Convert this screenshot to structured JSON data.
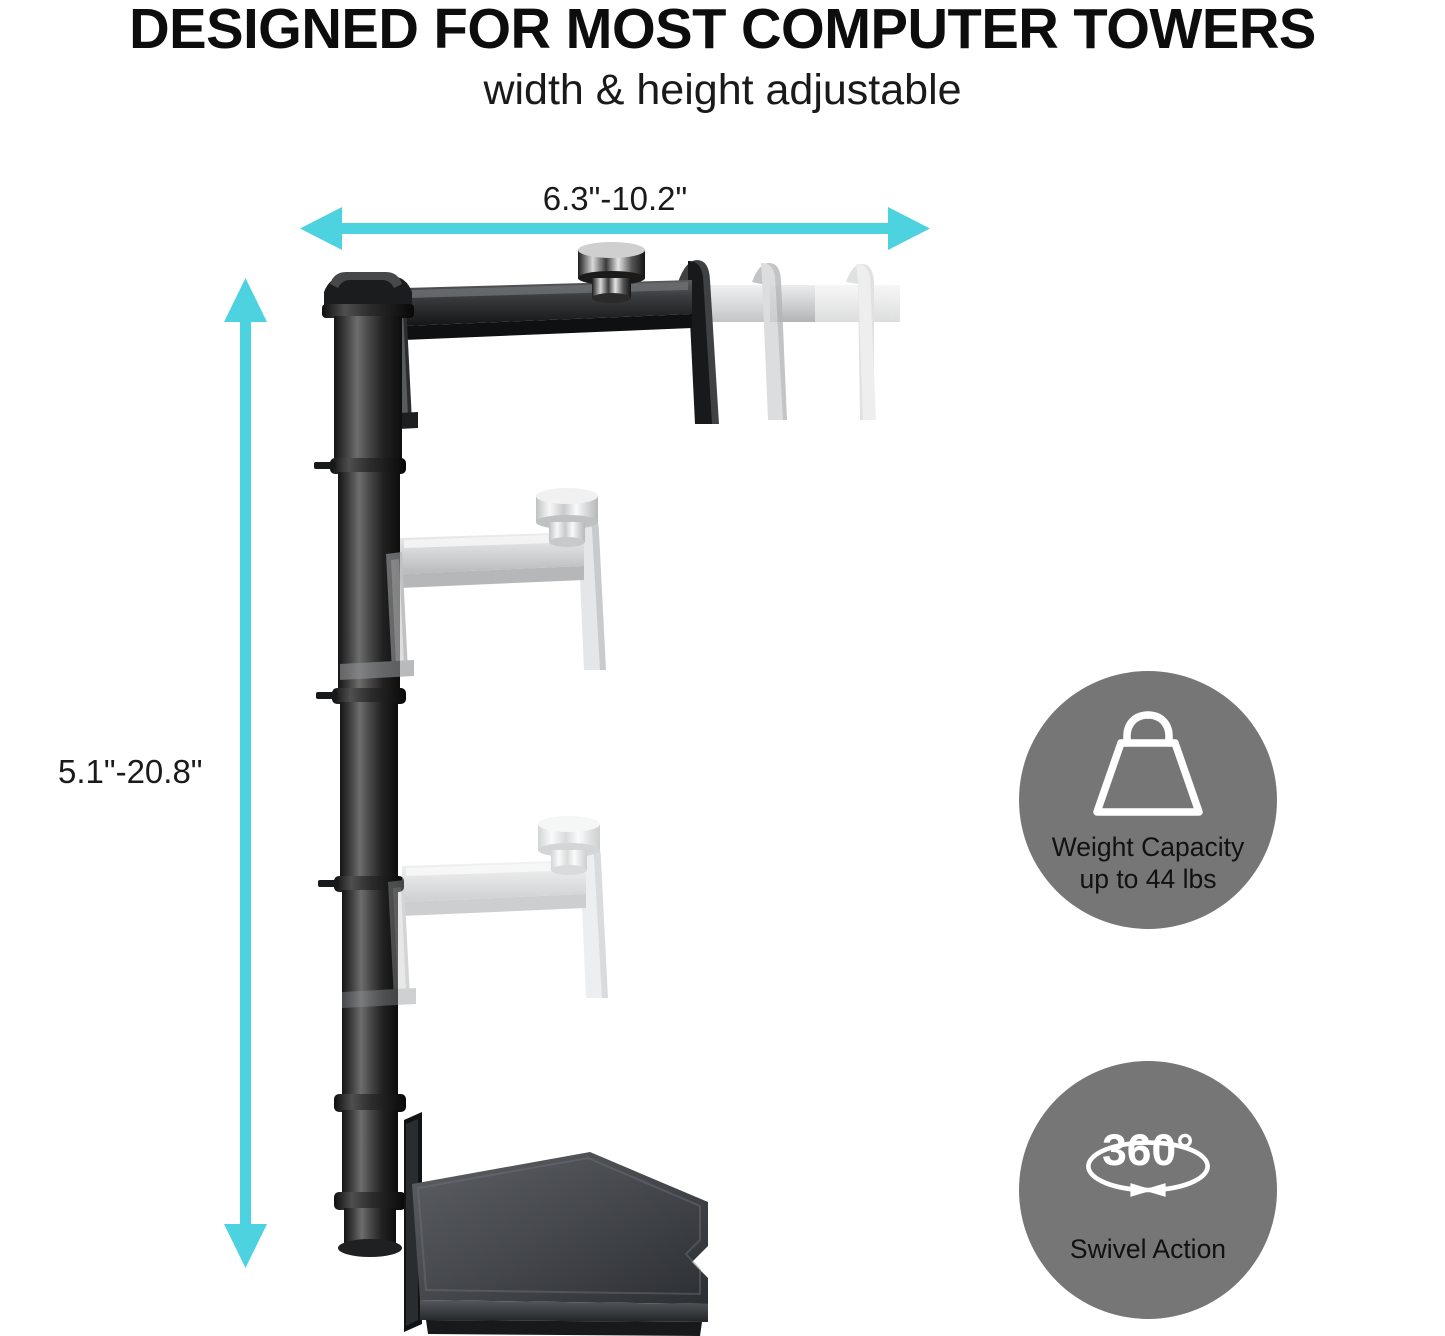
{
  "headline": "DESIGNED FOR MOST COMPUTER TOWERS",
  "subheadline": "width & height adjustable",
  "dimensions": {
    "width_label": "6.3\"-10.2\"",
    "height_label": "5.1\"-20.8\"",
    "arrow_color": "#4DD2E0"
  },
  "badges": [
    {
      "id": "weight-capacity",
      "icon": "weight-icon",
      "line1": "Weight Capacity",
      "line2": "up to 44 lbs",
      "circle_color": "#767676",
      "icon_color": "#FFFFFF",
      "text_color": "#111111"
    },
    {
      "id": "swivel-action",
      "icon": "rotation-360-icon",
      "value": "360°",
      "line1": "Swivel Action",
      "circle_color": "#767676",
      "icon_color": "#FFFFFF",
      "text_color": "#111111"
    }
  ],
  "product": {
    "name": "adjustable-computer-tower-mount",
    "pole_color": "#1b1b1b",
    "arm_color": "#2a2a2a",
    "ghost_arm_color": "#b9b9b9",
    "base_color": "#3a3c3e",
    "knob_color": "#cfcfcf",
    "arms": [
      {
        "label": "top-arm-solid",
        "opacity": 1
      },
      {
        "label": "middle-arm-ghost",
        "opacity": 0.55
      },
      {
        "label": "lower-arm-ghost",
        "opacity": 0.38
      }
    ],
    "width_ghosts": [
      {
        "label": "width-ghost-1",
        "opacity": 0.55
      },
      {
        "label": "width-ghost-2",
        "opacity": 0.32
      }
    ]
  }
}
